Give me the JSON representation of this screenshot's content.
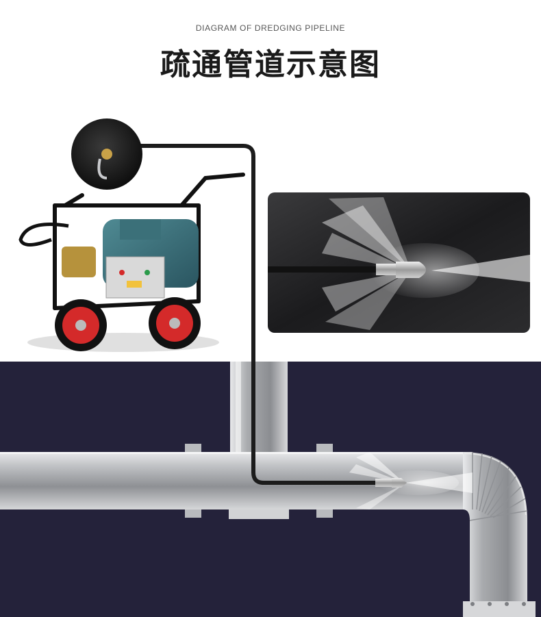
{
  "header": {
    "subtitle": "DIAGRAM OF DREDGING PIPELINE",
    "title": "疏通管道示意图"
  },
  "colors": {
    "background_top": "#ffffff",
    "background_bottom": "#24223a",
    "pipe_steel": "#c9cacd",
    "hose": "#1c1c1c",
    "motor_teal": "#3a6f78",
    "wheel_red": "#d42a2a"
  },
  "icons": [
    "pressure-washer-machine",
    "hose-reel",
    "spray-nozzle",
    "pipe-elbow"
  ]
}
